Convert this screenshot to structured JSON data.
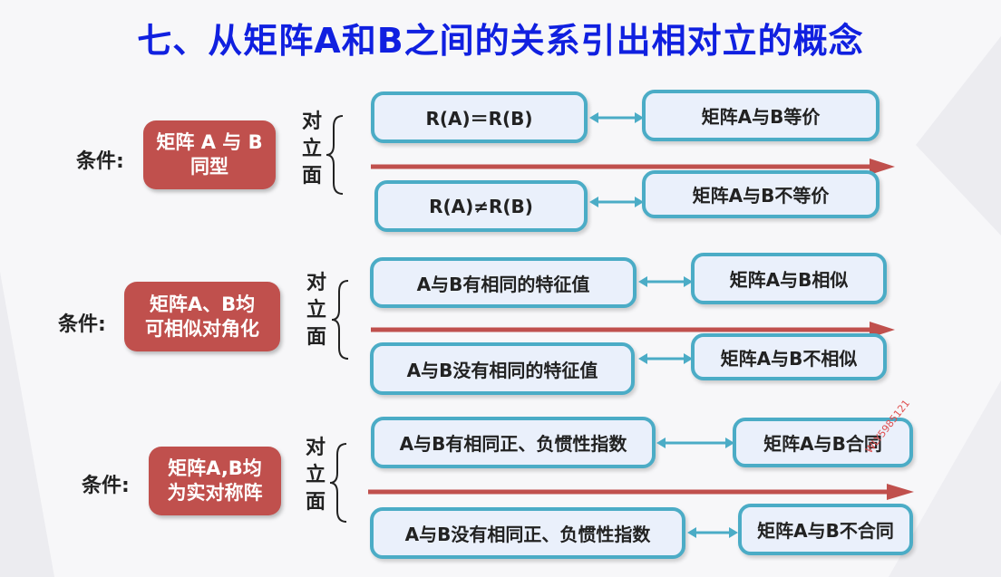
{
  "title": "七、从矩阵A和B之间的关系引出相对立的概念",
  "colors": {
    "title": "#1020e0",
    "condition_box": "#c0504d",
    "pill_border": "#4bacc6",
    "pill_fill": "#eaf0fb",
    "red_arrow": "#c0504d"
  },
  "sections": [
    {
      "condition_label": "条件:",
      "condition_text": "矩阵 A 与 B\n同型",
      "opposite_label": "对立面",
      "top": {
        "left": "R(A)＝R(B)",
        "right": "矩阵A与B等价"
      },
      "bottom": {
        "left": "R(A)≠R(B)",
        "right": "矩阵A与B不等价"
      }
    },
    {
      "condition_label": "条件:",
      "condition_text": "矩阵A、B均\n可相似对角化",
      "opposite_label": "对立面",
      "top": {
        "left": "A与B有相同的特征值",
        "right": "矩阵A与B相似"
      },
      "bottom": {
        "left": "A与B没有相同的特征值",
        "right": "矩阵A与B不相似"
      }
    },
    {
      "condition_label": "条件:",
      "condition_text": "矩阵A,B均\n为实对称阵",
      "opposite_label": "对立面",
      "top": {
        "left": "A与B有相同正、负惯性指数",
        "right": "矩阵A与B合同"
      },
      "bottom": {
        "left": "A与B没有相同正、负惯性指数",
        "right": "矩阵A与B不合同"
      }
    }
  ],
  "watermark": "WLY5985121"
}
